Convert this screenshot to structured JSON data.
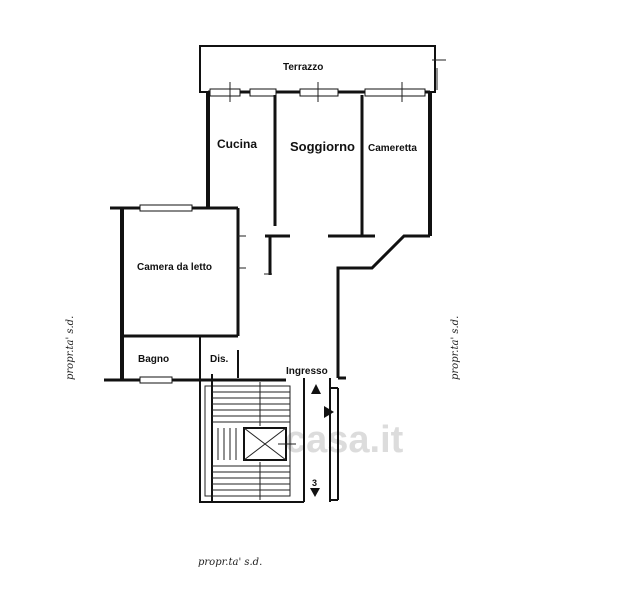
{
  "rooms": {
    "terrazzo": "Terrazzo",
    "cucina": "Cucina",
    "soggiorno": "Soggiorno",
    "cameretta": "Cameretta",
    "camera": "Camera da letto",
    "bagno": "Bagno",
    "dis": "Dis.",
    "ingresso": "Ingresso"
  },
  "annotations": {
    "proprieta_left": "propr.ta' s.d.",
    "proprieta_right": "propr.ta' s.d.",
    "proprieta_bottom": "propr.ta' s.d.",
    "stair_number": "3"
  },
  "watermark": "casa.it",
  "colors": {
    "line": "#111111",
    "background": "#ffffff",
    "watermark": "#dcdcdc"
  }
}
